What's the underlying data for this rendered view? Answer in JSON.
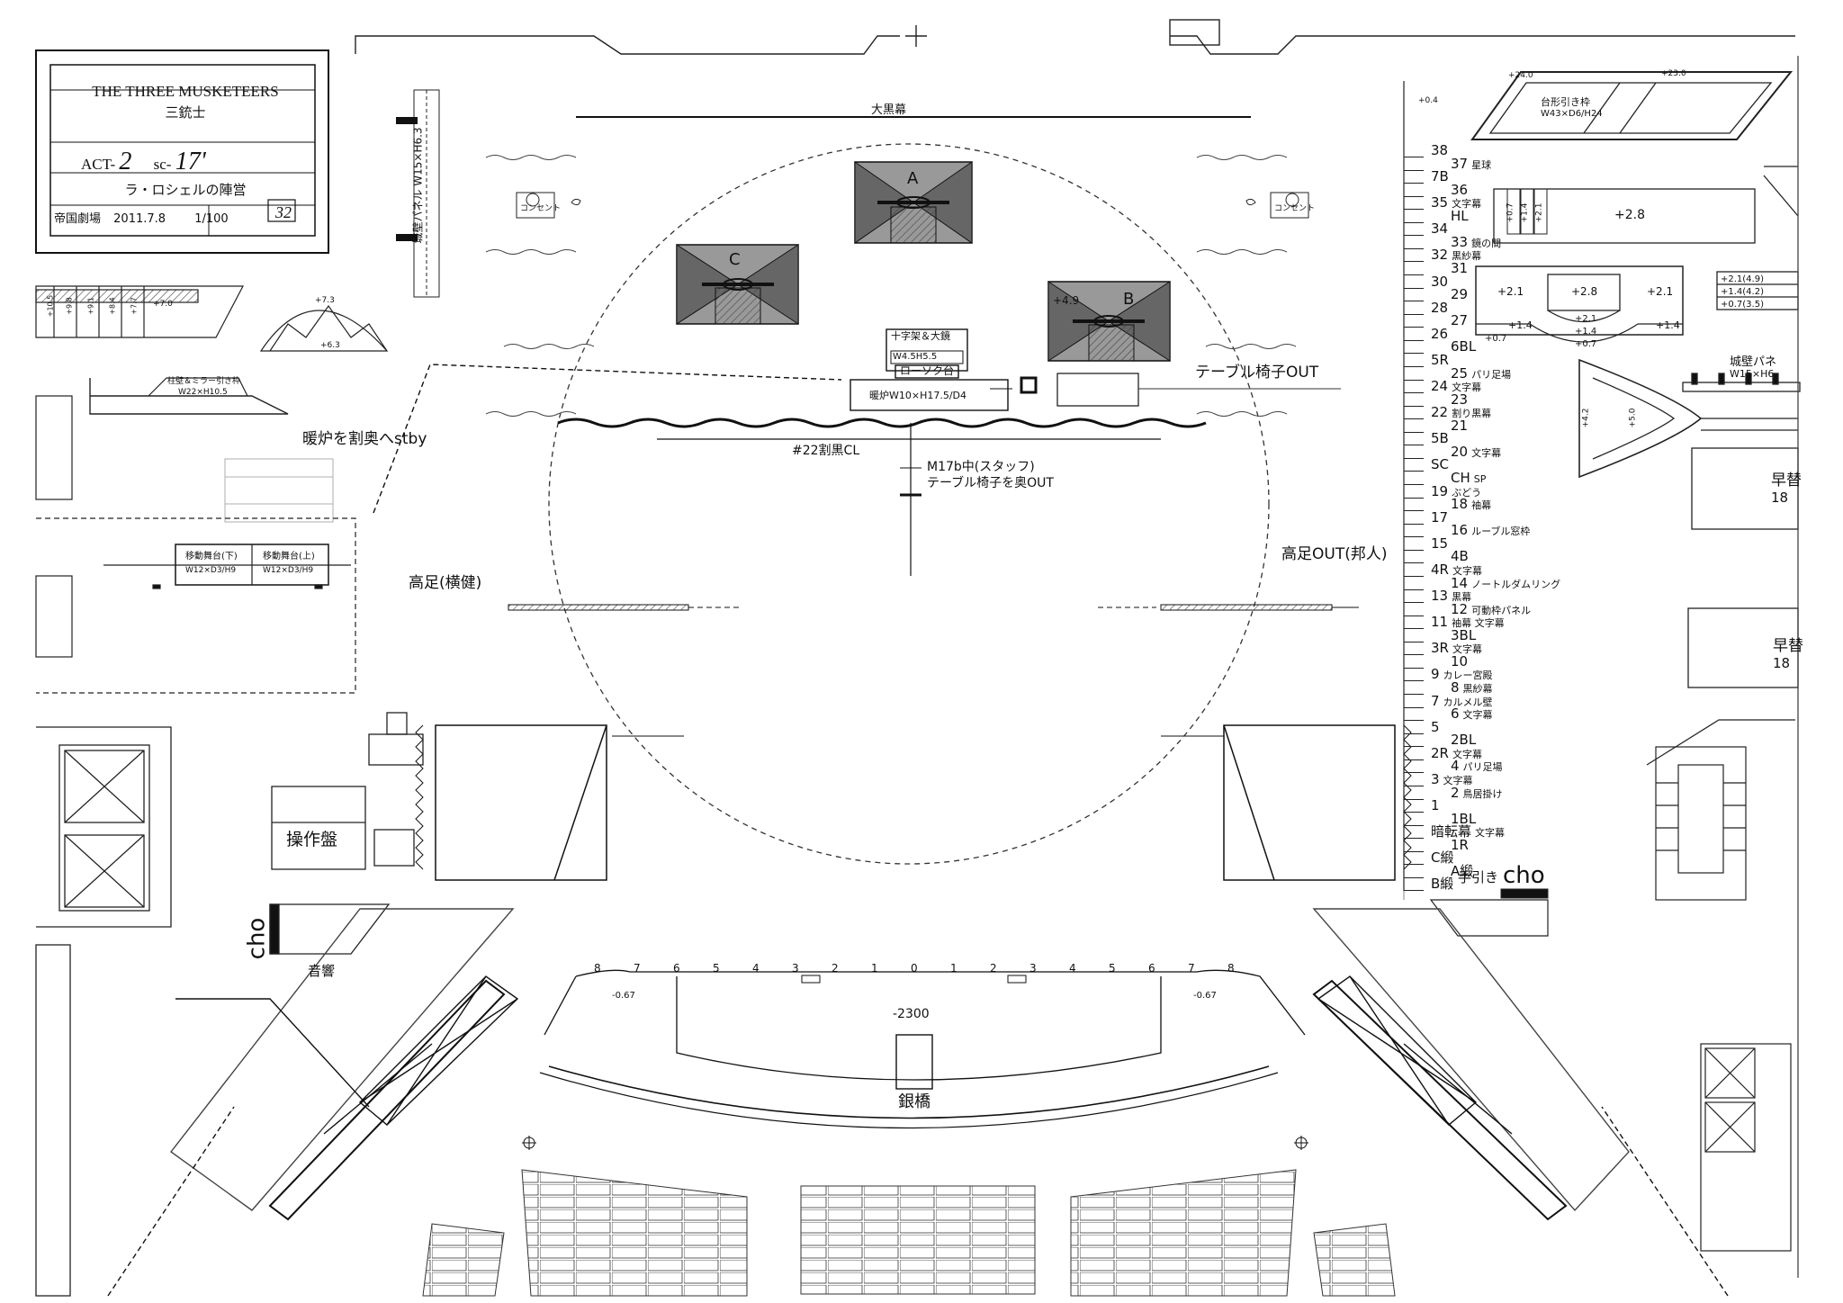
{
  "title_block": {
    "title_en": "THE THREE MUSKETEERS",
    "title_ja": "三銃士",
    "act_label": "ACT-",
    "act_no": "2",
    "scene_label": "sc-",
    "scene_no": "17'",
    "scene_name": "ラ・ロシェルの陣営",
    "theatre": "帝国劇場",
    "date": "2011.7.8",
    "scale": "1/100",
    "sheet_no": "32"
  },
  "labels": {
    "daikokumaku": "大黒幕",
    "castle_panel": "城壁パネル W15×H6.3",
    "unit_a": "A",
    "unit_b": "B",
    "unit_c": "C",
    "unit_b_height": "+4.9",
    "cross_stand": "十字架＆大鏡",
    "cross_size": "W4.5H5.5",
    "candle_stand": "ローソク台",
    "fireplace": "暖炉W10×H17.5/D4",
    "table_out": "テーブル椅子OUT",
    "fireplace_stby": "暖炉を割奥へstby",
    "cl_22": "#22割黒CL",
    "m17b_1": "M17b中(スタッフ)",
    "m17b_2": "テーブル椅子を奥OUT",
    "takaashi_left": "高足(横健)",
    "takaashi_right": "高足OUT(邦人)",
    "mobile_lower": "移動舞台(下)",
    "mobile_lower_size": "W12×D3/H9",
    "mobile_upper": "移動舞台(上)",
    "mobile_upper_size": "W12×D3/H9",
    "pillar_mirror": "柱壁＆ミラー引き枠",
    "pillar_mirror_size": "W22×H10.5",
    "plus_70": "+7.0",
    "plus_73": "+7.3",
    "plus_63": "+6.3",
    "pit_nums": [
      "+10.5",
      "+9.8",
      "+9.1",
      "+8.4",
      "+7.7"
    ],
    "sousaban": "操作盤",
    "onkyo": "音響",
    "cho_left": "cho",
    "cho_right": "cho",
    "tebiki": "手引き",
    "kosohtto": "コンセント",
    "ginkyo": "銀橋",
    "minus_2300": "-2300",
    "minus_067": "-0.67",
    "apron_nums": [
      "8",
      "7",
      "6",
      "5",
      "4",
      "3",
      "2",
      "1",
      "0",
      "1",
      "2",
      "3",
      "4",
      "5",
      "6",
      "7",
      "8"
    ],
    "daikei": "台形引き枠",
    "daikei_size": "W43×D6/H24",
    "plus_24": "+24.0",
    "plus_23": "+23.0",
    "plus_04": "+0.4",
    "plus_28": "+2.8",
    "plus_21": "+2.1",
    "plus_14": "+1.4",
    "plus_07": "+0.7",
    "stack_vals": [
      "+0.7",
      "+1.4",
      "+2.1"
    ],
    "step_vals": [
      "+2.1(4.9)",
      "+1.4(4.2)",
      "+0.7(3.5)"
    ],
    "castle_r": "城壁パネ",
    "castle_r_size": "W15×H6",
    "hayagawari_1": "早替",
    "hayagawari_1b": "18",
    "hayagawari_2": "早替",
    "hayagawari_2b": "18",
    "plus_42": "+4.2",
    "plus_50": "+5.0"
  },
  "fly_rail": [
    {
      "code": "38",
      "name": ""
    },
    {
      "code": "37",
      "name": "星球"
    },
    {
      "code": "7B",
      "name": ""
    },
    {
      "code": "36",
      "name": ""
    },
    {
      "code": "35",
      "name": "文字幕"
    },
    {
      "code": "HL",
      "name": ""
    },
    {
      "code": "34",
      "name": ""
    },
    {
      "code": "33",
      "name": "鏡の間"
    },
    {
      "code": "32",
      "name": "黒紗幕"
    },
    {
      "code": "31",
      "name": ""
    },
    {
      "code": "30",
      "name": ""
    },
    {
      "code": "29",
      "name": ""
    },
    {
      "code": "28",
      "name": ""
    },
    {
      "code": "27",
      "name": ""
    },
    {
      "code": "26",
      "name": ""
    },
    {
      "code": "6BL",
      "name": ""
    },
    {
      "code": "5R",
      "name": ""
    },
    {
      "code": "25",
      "name": "パリ足場"
    },
    {
      "code": "24",
      "name": "文字幕"
    },
    {
      "code": "23",
      "name": ""
    },
    {
      "code": "22",
      "name": "割り黒幕"
    },
    {
      "code": "21",
      "name": ""
    },
    {
      "code": "5B",
      "name": ""
    },
    {
      "code": "20",
      "name": "文字幕"
    },
    {
      "code": "SC",
      "name": ""
    },
    {
      "code": "CH",
      "name": "SP"
    },
    {
      "code": "19",
      "name": "ぶどう"
    },
    {
      "code": "18",
      "name": "袖幕"
    },
    {
      "code": "17",
      "name": ""
    },
    {
      "code": "16",
      "name": "ルーブル窓枠"
    },
    {
      "code": "15",
      "name": ""
    },
    {
      "code": "4B",
      "name": ""
    },
    {
      "code": "4R",
      "name": "文字幕"
    },
    {
      "code": "14",
      "name": "ノートルダムリング"
    },
    {
      "code": "13",
      "name": "黒幕"
    },
    {
      "code": "12",
      "name": "可動枠パネル"
    },
    {
      "code": "11",
      "name": "袖幕 文字幕"
    },
    {
      "code": "3BL",
      "name": ""
    },
    {
      "code": "3R",
      "name": "文字幕"
    },
    {
      "code": "10",
      "name": ""
    },
    {
      "code": "9",
      "name": "カレー宮殿"
    },
    {
      "code": "8",
      "name": "黒紗幕"
    },
    {
      "code": "7",
      "name": "カルメル壁"
    },
    {
      "code": "6",
      "name": "文字幕"
    },
    {
      "code": "5",
      "name": ""
    },
    {
      "code": "2BL",
      "name": ""
    },
    {
      "code": "2R",
      "name": "文字幕"
    },
    {
      "code": "4",
      "name": "パリ足場"
    },
    {
      "code": "3",
      "name": "文字幕"
    },
    {
      "code": "2",
      "name": "鳥居掛け"
    },
    {
      "code": "1",
      "name": ""
    },
    {
      "code": "1BL",
      "name": ""
    },
    {
      "code": "暗転幕",
      "name": "文字幕"
    },
    {
      "code": "1R",
      "name": ""
    },
    {
      "code": "C緞",
      "name": ""
    },
    {
      "code": "A緞",
      "name": ""
    },
    {
      "code": "B緞",
      "name": ""
    }
  ]
}
